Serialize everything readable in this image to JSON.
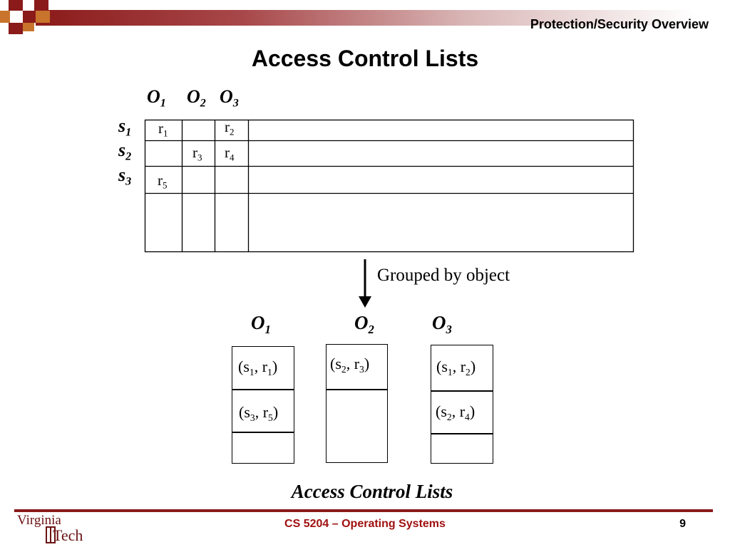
{
  "header": {
    "title": "Protection/Security Overview"
  },
  "slide": {
    "title": "Access Control Lists"
  },
  "matrix": {
    "columns": [
      {
        "sym": "O",
        "sub": "1"
      },
      {
        "sym": "O",
        "sub": "2"
      },
      {
        "sym": "O",
        "sub": "3"
      }
    ],
    "rows": [
      {
        "sym": "s",
        "sub": "1"
      },
      {
        "sym": "s",
        "sub": "2"
      },
      {
        "sym": "s",
        "sub": "3"
      }
    ],
    "cells": {
      "s1_o1": {
        "sym": "r",
        "sub": "1"
      },
      "s1_o3": {
        "sym": "r",
        "sub": "2"
      },
      "s2_o2": {
        "sym": "r",
        "sub": "3"
      },
      "s2_o3": {
        "sym": "r",
        "sub": "4"
      },
      "s3_o1": {
        "sym": "r",
        "sub": "5"
      }
    }
  },
  "arrow_label": "Grouped by object",
  "lists": [
    {
      "title": {
        "sym": "O",
        "sub": "1"
      },
      "entries": [
        {
          "open": "(s",
          "s_sub": "1",
          "mid": ", r",
          "r_sub": "1",
          "close": ")"
        },
        {
          "open": "(s",
          "s_sub": "3",
          "mid": ", r",
          "r_sub": "5",
          "close": ")"
        }
      ]
    },
    {
      "title": {
        "sym": "O",
        "sub": "2"
      },
      "entries": [
        {
          "open": "(s",
          "s_sub": "2",
          "mid": ", r",
          "r_sub": "3",
          "close": ")"
        }
      ]
    },
    {
      "title": {
        "sym": "O",
        "sub": "3"
      },
      "entries": [
        {
          "open": "(s",
          "s_sub": "1",
          "mid": ", r",
          "r_sub": "2",
          "close": ")"
        },
        {
          "open": "(s",
          "s_sub": "2",
          "mid": ", r",
          "r_sub": "4",
          "close": ")"
        }
      ]
    }
  ],
  "caption": "Access Control Lists",
  "footer": {
    "course": "CS 5204 – Operating Systems",
    "page_number": "9",
    "logo_word1": "Virginia",
    "logo_word2": "Tech"
  },
  "colors": {
    "maroon": "#8b1a1a",
    "orange": "#c8742c",
    "footer_text": "#a01010"
  }
}
